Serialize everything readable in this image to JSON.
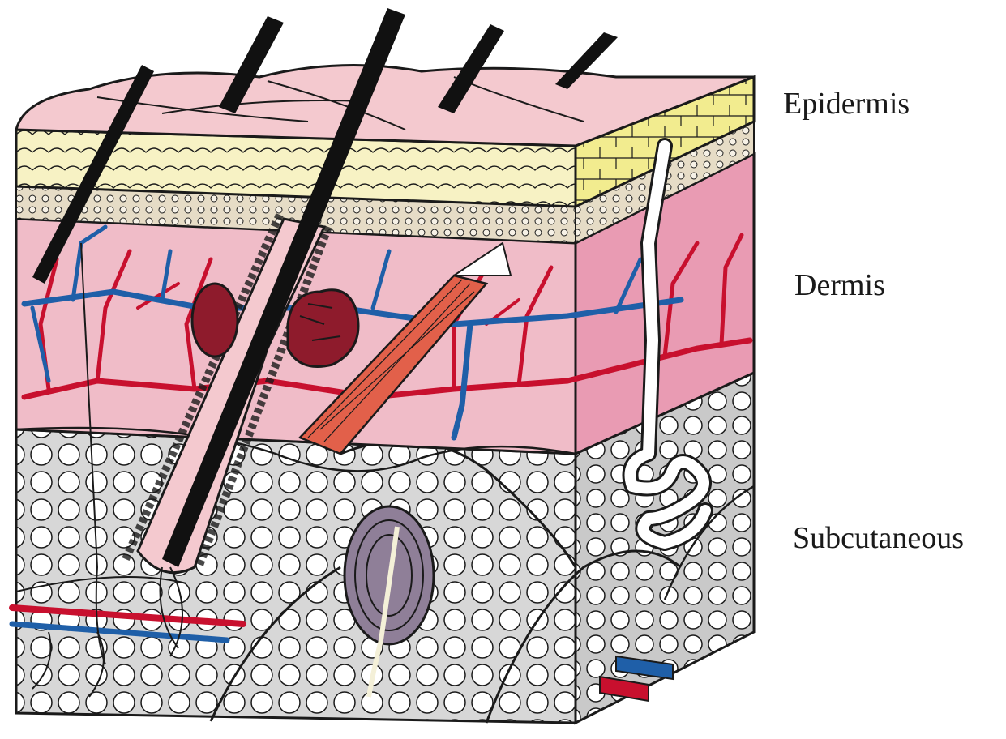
{
  "labels": {
    "epidermis": "Epidermis",
    "dermis": "Dermis",
    "subcutaneous": "Subcutaneous"
  },
  "colors": {
    "skin_surface": "#f4c9cf",
    "stratum_yellow": "#f7f2c4",
    "stratum_yellow_side": "#f2ec8f",
    "basal_tan": "#e6dcc6",
    "dermis_pink": "#f0bcc8",
    "dermis_side": "#e99bb3",
    "fat_gray": "#d7d7d7",
    "fat_cell": "#ffffff",
    "artery_red": "#c8102e",
    "vein_blue": "#1f5fa8",
    "hair_black": "#111111",
    "muscle_salmon": "#e2604a",
    "gland_maroon": "#8e1b2c",
    "pacinian_purple": "#8f7f98",
    "outline": "#1a1a1a"
  },
  "icons": [
    "hair-shaft-icon",
    "sweat-gland-icon",
    "sebaceous-gland-icon",
    "arrector-pili-muscle-icon",
    "pacinian-corpuscle-icon",
    "blood-vessel-icon"
  ]
}
